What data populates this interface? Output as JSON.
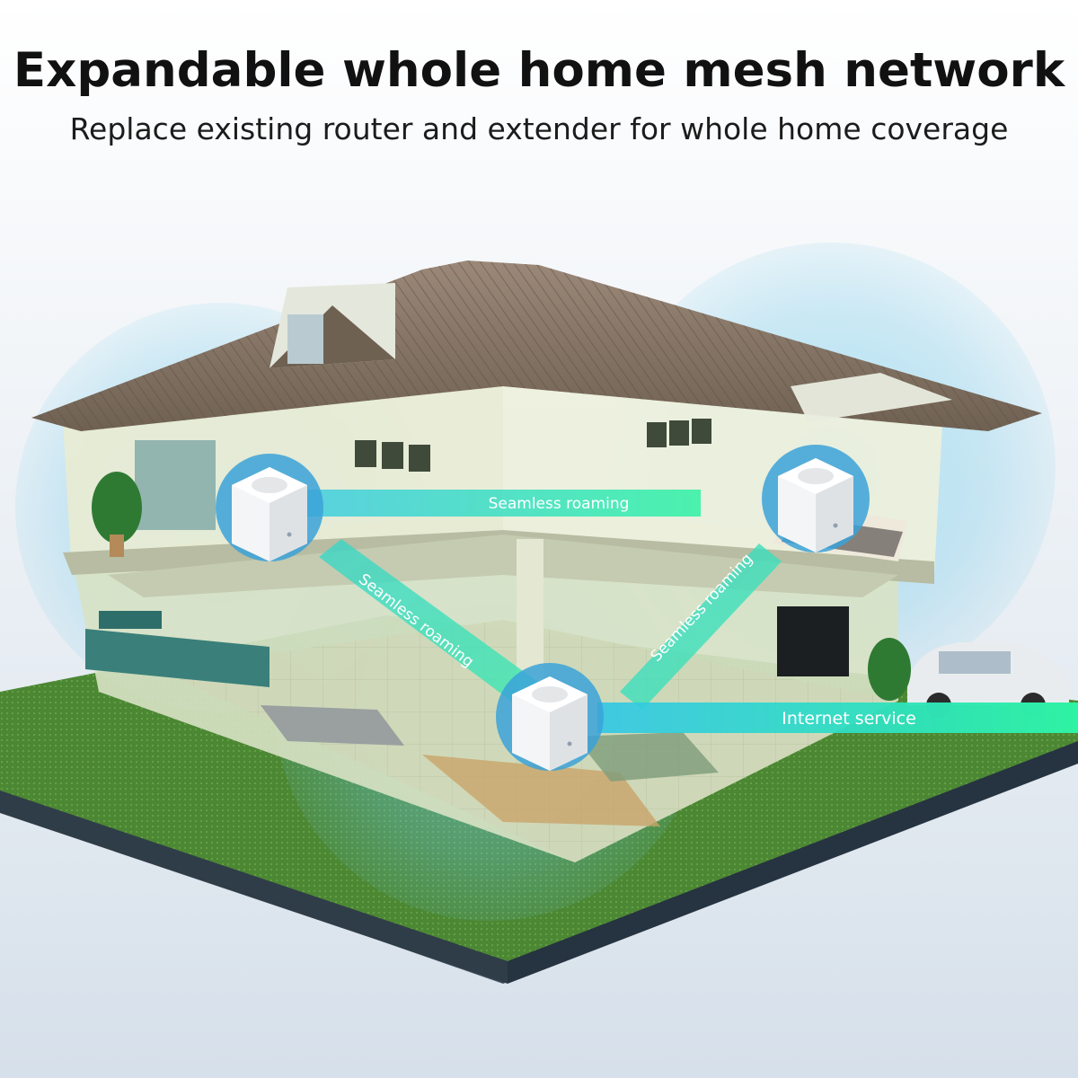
{
  "header": {
    "title": "Expandable whole home mesh network",
    "subtitle": "Replace existing router and extender for whole home coverage"
  },
  "labels": {
    "roaming_top": "Seamless roaming",
    "roaming_left": "Seamless roaming",
    "roaming_right": "Seamless roaming",
    "internet": "Internet service"
  },
  "colors": {
    "roof": "#8a7766",
    "coverage": "#5fc8e8",
    "beam": "#3fe0b6",
    "grass": "#4f8a35",
    "wall": "#e9ecd9"
  }
}
